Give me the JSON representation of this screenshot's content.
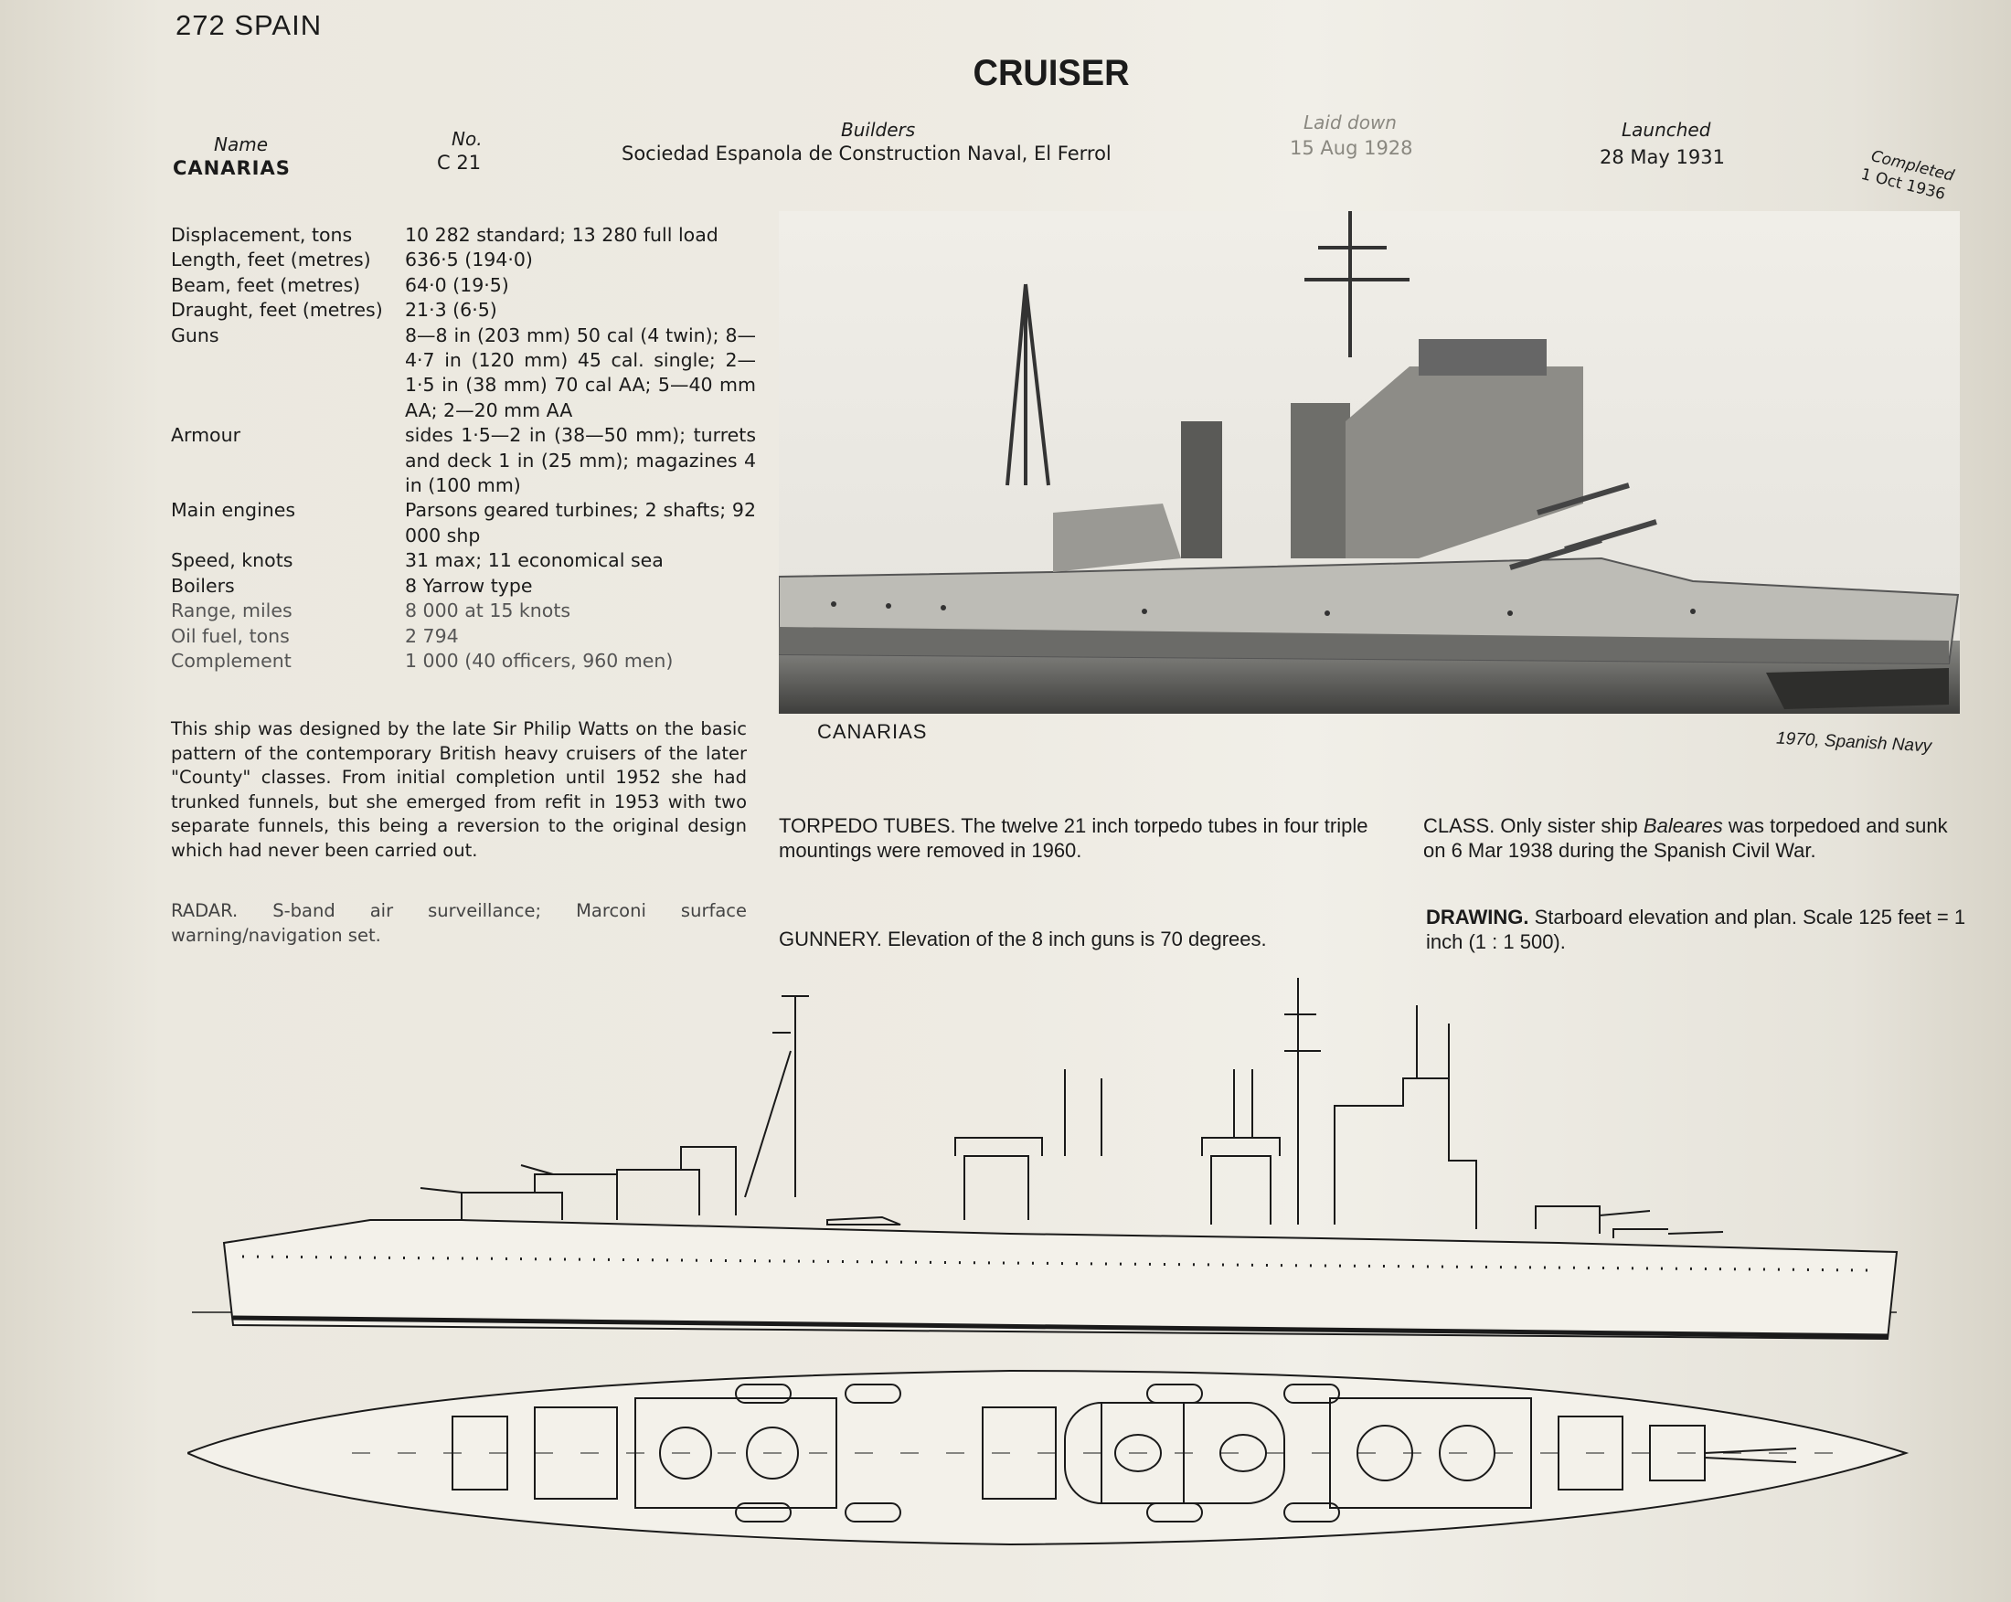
{
  "page_header": {
    "page_number": "272",
    "country": "SPAIN"
  },
  "title": "CRUISER",
  "ship_table": {
    "name_label": "Name",
    "name": "CANARIAS",
    "no_label": "No.",
    "no": "C 21",
    "builders_label": "Builders",
    "builders": "Sociedad Espanola de Construction Naval, El Ferrol",
    "laid_down_label": "Laid down",
    "laid_down": "15 Aug 1928",
    "launched_label": "Launched",
    "launched": "28 May 1931",
    "completed_label": "Completed",
    "completed": "1 Oct 1936"
  },
  "specs": [
    {
      "label": "Displacement, tons",
      "value": "10 282 standard; 13 280 full load"
    },
    {
      "label": "Length, feet (metres)",
      "value": "636·5 (194·0)"
    },
    {
      "label": "Beam, feet (metres)",
      "value": "64·0 (19·5)"
    },
    {
      "label": "Draught, feet (metres)",
      "value": "21·3 (6·5)"
    },
    {
      "label": "Guns",
      "value": "8—8 in (203 mm) 50 cal (4 twin); 8—4·7 in (120 mm) 45 cal. single; 2—1·5 in (38 mm) 70 cal AA; 5—40 mm AA; 2—20 mm AA"
    },
    {
      "label": "Armour",
      "value": "sides 1·5—2 in (38—50 mm); turrets and deck 1 in (25 mm); magazines 4 in (100 mm)"
    },
    {
      "label": "Main engines",
      "value": "Parsons geared turbines; 2 shafts; 92 000 shp"
    },
    {
      "label": "Speed, knots",
      "value": "31 max; 11 economical sea"
    },
    {
      "label": "Boilers",
      "value": "8 Yarrow type"
    },
    {
      "label": "Range, miles",
      "value": "8 000 at 15 knots"
    },
    {
      "label": "Oil fuel, tons",
      "value": "2 794"
    },
    {
      "label": "Complement",
      "value": "1 000 (40 officers, 960 men)"
    }
  ],
  "description": "This ship was designed by the late Sir Philip Watts on the basic pattern of the contemporary British heavy cruisers of the later \"County\" classes. From initial completion until 1952 she had trunked funnels, but she emerged from refit in 1953 with two separate funnels, this being a reversion to the original design which had never been carried out.",
  "radar": {
    "heading": "RADAR.",
    "text": "S-band air surveillance; Marconi surface warning/navigation set."
  },
  "photo": {
    "caption": "CANARIAS",
    "credit": "1970, Spanish Navy"
  },
  "notes": {
    "torpedo": {
      "heading": "TORPEDO TUBES.",
      "text": "The twelve 21 inch torpedo tubes in four triple mountings were removed in 1960."
    },
    "class": {
      "heading": "CLASS.",
      "text_before": "Only sister ship",
      "ship": "Baleares",
      "text_after": "was torpedoed and sunk on 6 Mar 1938 during the Spanish Civil War."
    },
    "gunnery": {
      "heading": "GUNNERY.",
      "text": "Elevation of the 8 inch guns is 70 degrees."
    },
    "drawing": {
      "heading": "DRAWING.",
      "text": "Starboard elevation and plan. Scale 125 feet = 1 inch (1 : 1 500)."
    }
  }
}
